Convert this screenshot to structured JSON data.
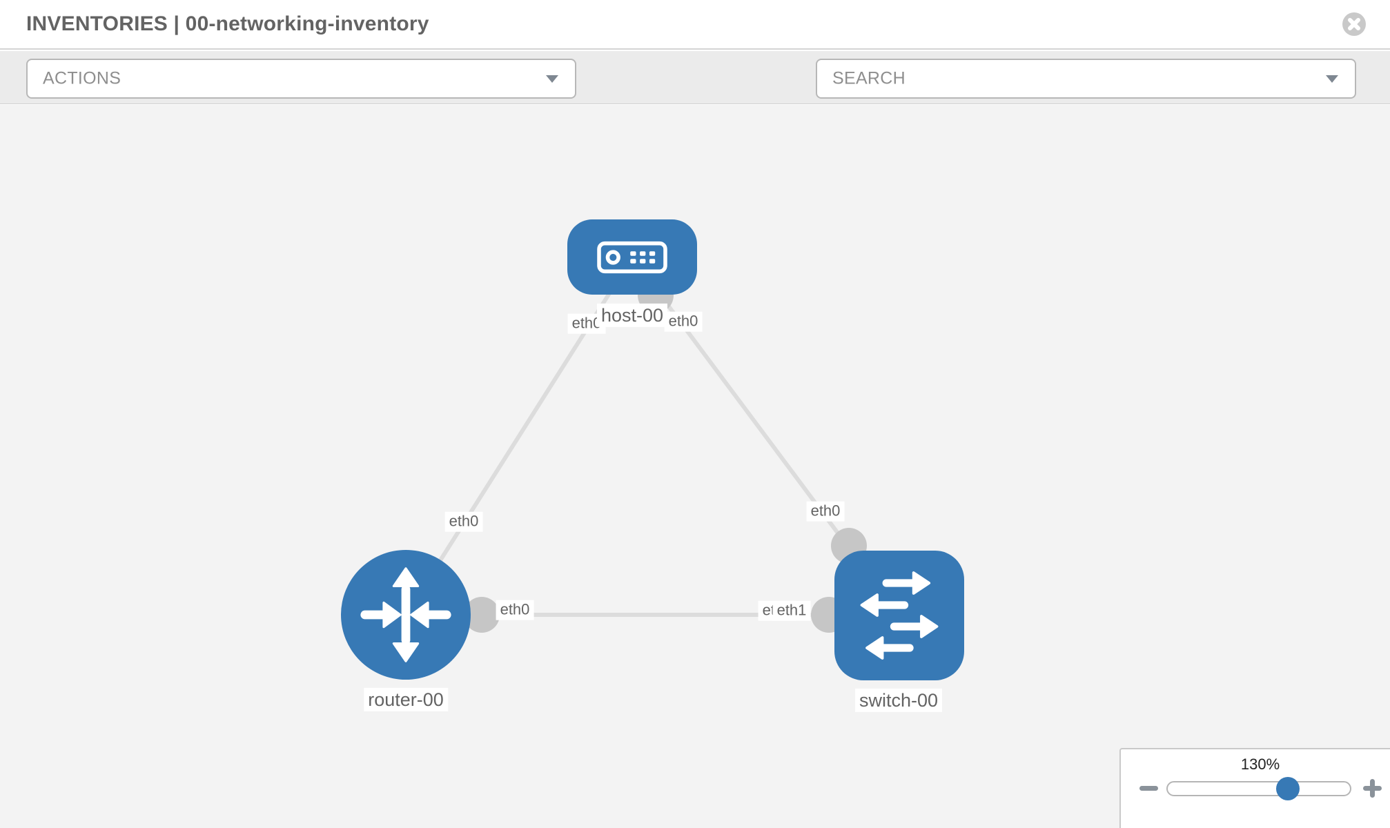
{
  "header": {
    "title": "INVENTORIES | 00-networking-inventory"
  },
  "toolbar": {
    "actions_label": "ACTIONS",
    "search_placeholder": "SEARCH"
  },
  "topology": {
    "nodes": [
      {
        "label": "host-00",
        "type": "host"
      },
      {
        "label": "router-00",
        "type": "router"
      },
      {
        "label": "switch-00",
        "type": "switch"
      }
    ],
    "links": [
      {
        "from": "router-00",
        "from_if": "eth0",
        "to": "host-00",
        "to_if": "eth0"
      },
      {
        "from": "switch-00",
        "from_if": "eth0",
        "to": "host-00",
        "to_if": "eth0"
      },
      {
        "from": "router-00",
        "from_if": "eth0",
        "to": "switch-00",
        "to_if": "eth1",
        "to_if_overlapped": "eth0"
      }
    ]
  },
  "zoom_control": {
    "level": "130%"
  },
  "icons": [
    "close-icon",
    "wrench-icon",
    "key-icon",
    "chevron-down-icon",
    "host-icon",
    "router-icon",
    "switch-icon",
    "minus-icon",
    "plus-icon"
  ],
  "colors": {
    "node_blue": "#3779b5",
    "link_gray": "#dcdcdc",
    "connector_gray": "#c6c6c6",
    "toolbar_bg": "#ebebeb",
    "canvas_bg": "#f3f3f3"
  }
}
